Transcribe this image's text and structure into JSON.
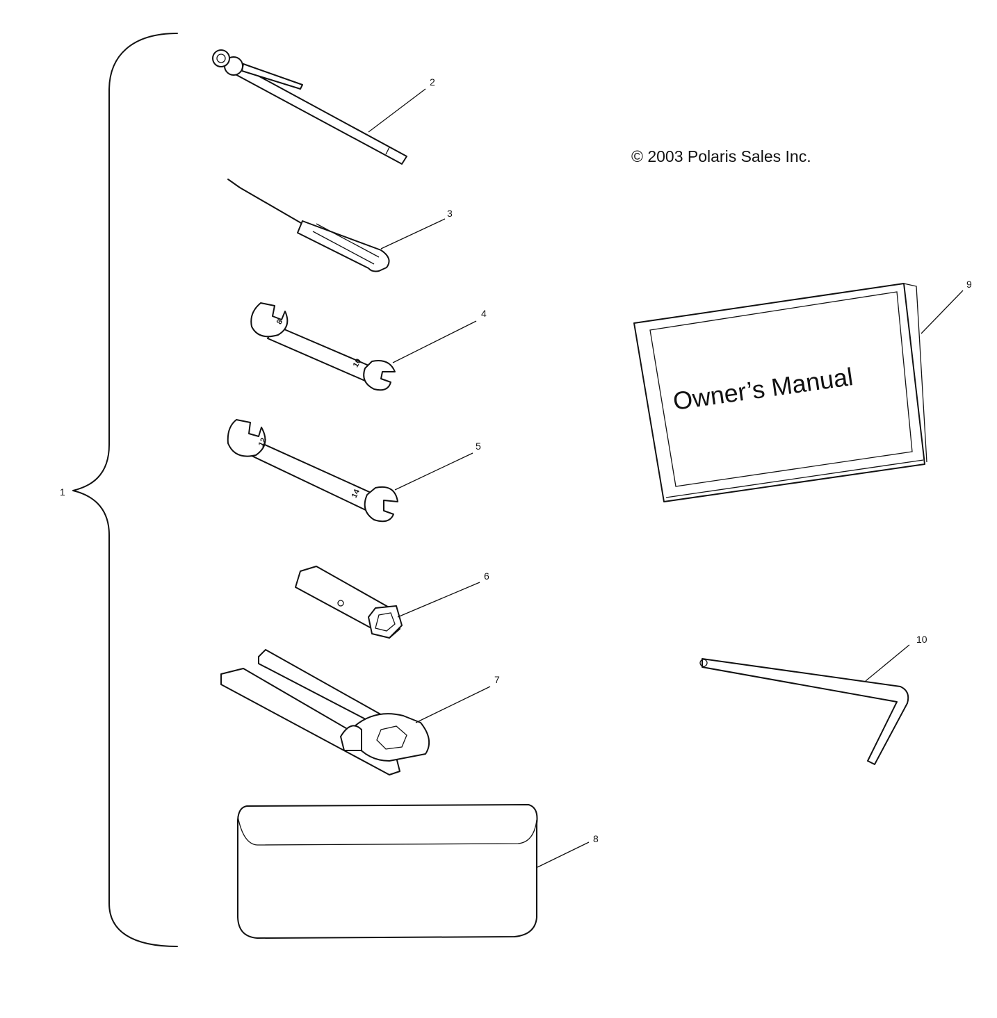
{
  "copyright": "© 2003 Polaris Sales Inc.",
  "callouts": [
    "1",
    "2",
    "3",
    "4",
    "5",
    "6",
    "7",
    "8",
    "9",
    "10"
  ],
  "manual": {
    "title": "Owner’s Manual"
  },
  "wrench_markings": {
    "wrench_4": [
      "8",
      "10"
    ],
    "wrench_5": [
      "12",
      "14"
    ]
  },
  "colors": {
    "line": "#111111",
    "background": "#ffffff"
  }
}
